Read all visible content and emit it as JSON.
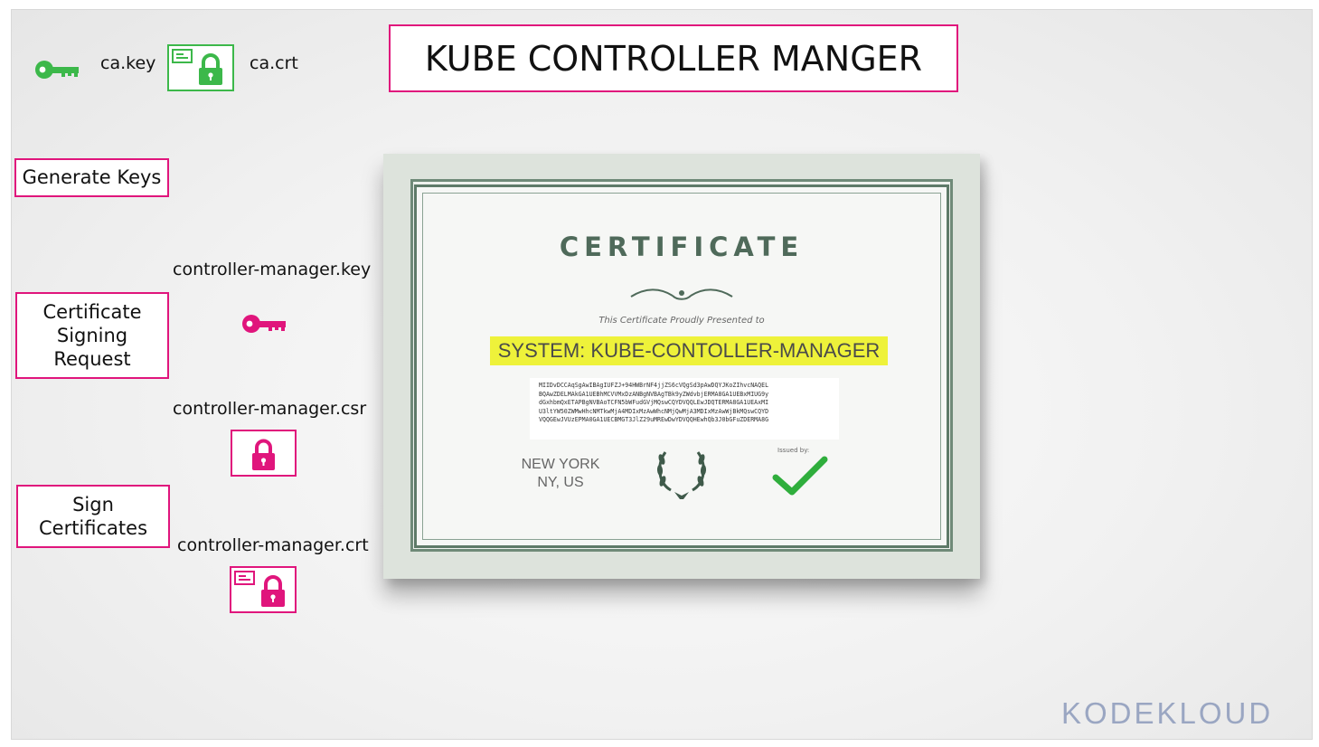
{
  "title": "KUBE CONTROLLER MANGER",
  "ca": {
    "key_label": "ca.key",
    "crt_label": "ca.crt"
  },
  "steps": {
    "generate": "Generate Keys",
    "csr": "Certificate\nSigning\nRequest",
    "sign": "Sign\nCertificates"
  },
  "files": {
    "key": "controller-manager.key",
    "csr": "controller-manager.csr",
    "crt": "controller-manager.crt"
  },
  "certificate": {
    "heading": "CERTIFICATE",
    "presented": "This Certificate Proudly Presented to",
    "name": "SYSTEM: KUBE-CONTOLLER-MANAGER",
    "code_lines": [
      "MIIDvDCCAqSgAwIBAgIUFZJ+94HWBrNF4jjZS6cVQgSd3pAwDQYJKoZIhvcNAQEL",
      "BQAwZDELMAkGA1UEBhMCVVMxDzANBgNVBAgTBk9yZWdvbjERMA8GA1UEBxMIUG9y",
      "dGxhbmQxETAPBgNVBAoTCFN5bWFudGVjMQswCQYDVQQLEwJDQTERMA8GA1UEAxMI",
      "U3ltYW50ZWMwHhcNMTkwMjA4MDIxMzAwWhcNMjQwMjA3MDIxMzAwWjBkMQswCQYD",
      "VQQGEwJVUzEPMA0GA1UECBMGT3JlZ29uMREwDwYDVQQHEwhQb3J0bGFuZDERMA8G"
    ],
    "city_line1": "NEW YORK",
    "city_line2": "NY, US",
    "issued_by": "Issued by:"
  },
  "logo": "KODEKLOUD",
  "colors": {
    "accent": "#e0157c",
    "ca_green": "#3cb84a",
    "check_green": "#2fae3c"
  },
  "icons": [
    "key-icon",
    "certificate-lock-icon",
    "lock-icon",
    "checkmark-icon",
    "laurel-wreath-icon"
  ]
}
